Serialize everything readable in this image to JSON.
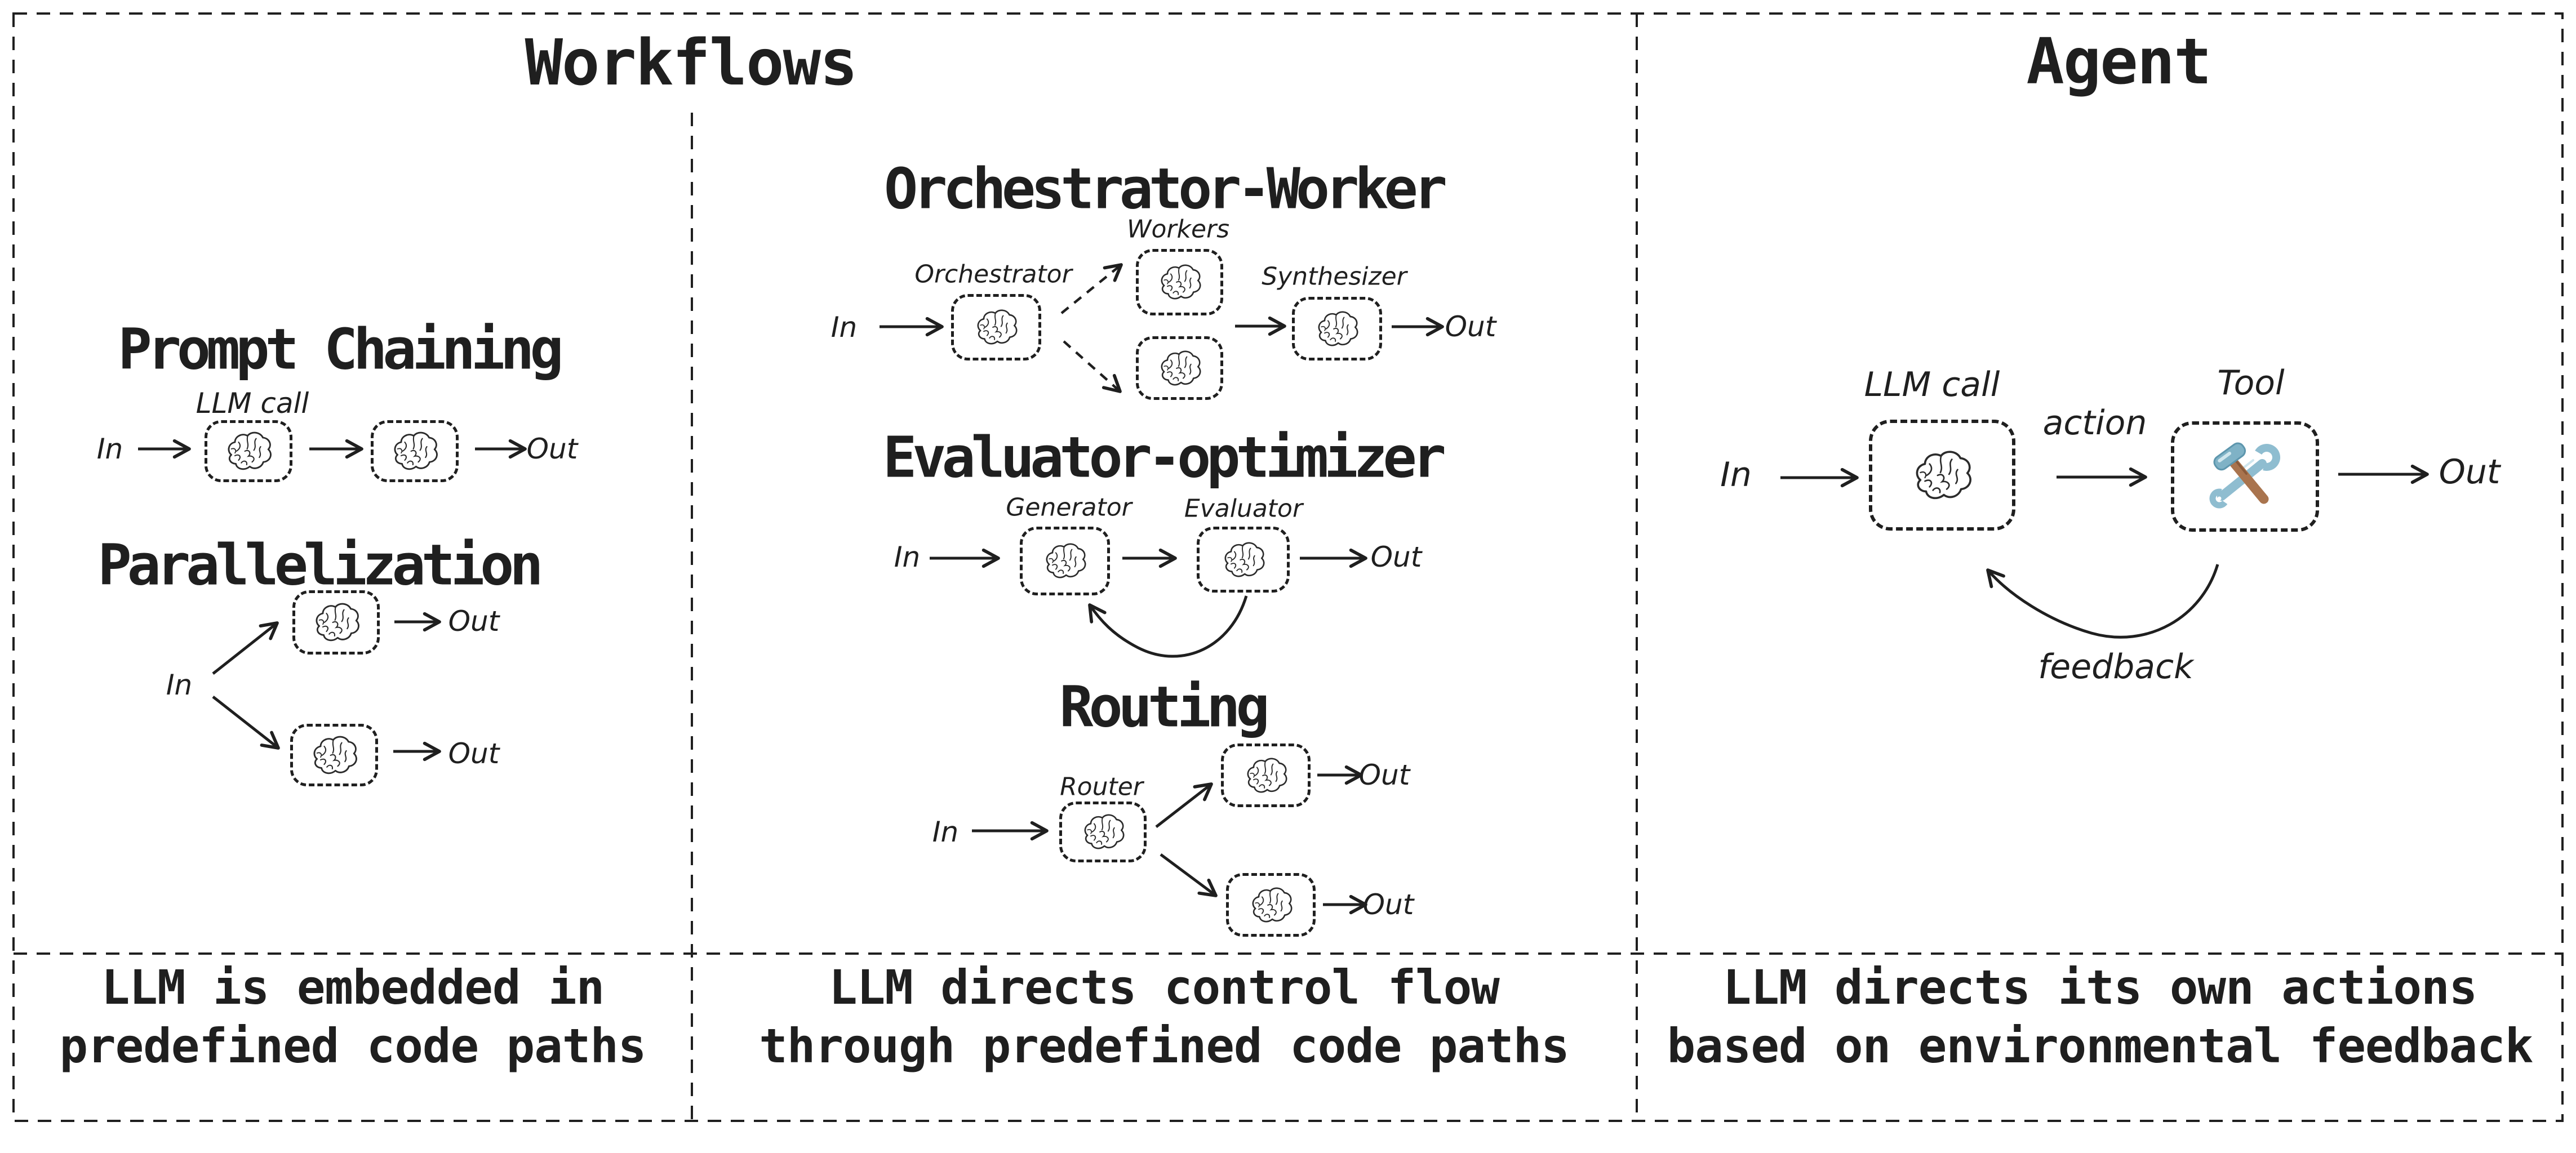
{
  "titles": {
    "workflows": "Workflows",
    "agent": "Agent"
  },
  "sections": {
    "prompt_chaining": {
      "title": "Prompt Chaining",
      "llm_call": "LLM call",
      "in": "In",
      "out": "Out"
    },
    "parallelization": {
      "title": "Parallelization",
      "in": "In",
      "out_top": "Out",
      "out_bottom": "Out"
    },
    "orchestrator_worker": {
      "title": "Orchestrator-Worker",
      "orchestrator": "Orchestrator",
      "workers": "Workers",
      "synthesizer": "Synthesizer",
      "in": "In",
      "out": "Out"
    },
    "evaluator_optimizer": {
      "title": "Evaluator-optimizer",
      "generator": "Generator",
      "evaluator": "Evaluator",
      "in": "In",
      "out": "Out"
    },
    "routing": {
      "title": "Routing",
      "router": "Router",
      "in": "In",
      "out_top": "Out",
      "out_bottom": "Out"
    },
    "agent": {
      "llm_call": "LLM call",
      "tool": "Tool",
      "action": "action",
      "feedback": "feedback",
      "in": "In",
      "out": "Out"
    }
  },
  "captions": {
    "workflows_left": [
      "LLM is embedded in",
      "predefined code paths"
    ],
    "workflows_right": [
      "LLM directs control flow",
      "through predefined code paths"
    ],
    "agent": [
      "LLM directs its own actions",
      "based on environmental feedback"
    ]
  },
  "icons": {
    "brain": "brain-icon",
    "tool": "hammer-wrench-icon"
  },
  "colors": {
    "ink": "#1f1f1f",
    "wrench_blue": "#8fbdd0",
    "wrench_blue_dark": "#5d96ad",
    "hammer_brown": "#a9744e",
    "hammer_head_blue": "#7fb2c6"
  }
}
